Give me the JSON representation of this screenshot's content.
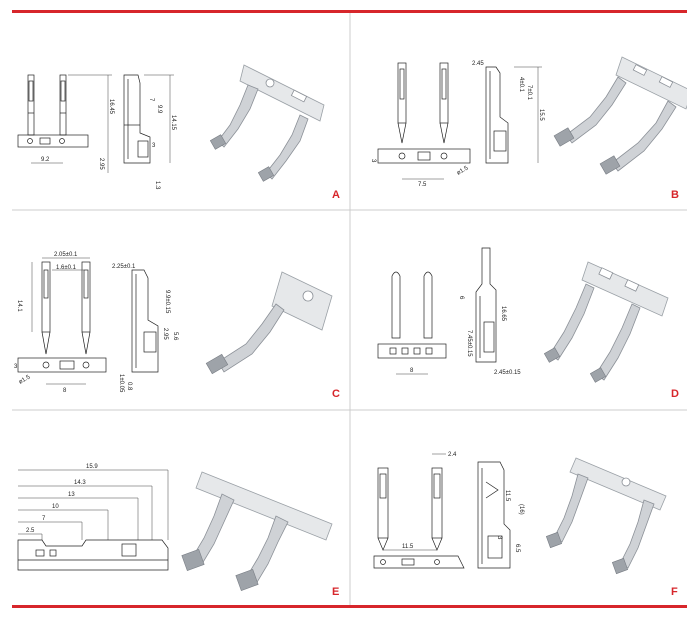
{
  "colors": {
    "accent": "#d7262b",
    "grid": "#cccccc",
    "line": "#222222"
  },
  "panels": {
    "A": {
      "label": "A",
      "dims": [
        "9.2",
        "2.95",
        "16.45",
        "14.15",
        "9.9",
        "7",
        "3",
        "1.3"
      ]
    },
    "B": {
      "label": "B",
      "dims": [
        "2.45",
        "7.5",
        "3",
        "ø1.5",
        "4±0.1",
        "7±0.1",
        "15.5"
      ]
    },
    "C": {
      "label": "C",
      "dims": [
        "2.05±0.1",
        "1.6±0.1",
        "2.25±0.1",
        "14.1",
        "9.9±0.15",
        "5.6",
        "2.95",
        "3",
        "ø1.5",
        "8",
        "1±0.05",
        "0.8"
      ]
    },
    "D": {
      "label": "D",
      "dims": [
        "6",
        "16.65",
        "7.45±0.15",
        "8",
        "2.45±0.15"
      ]
    },
    "E": {
      "label": "E",
      "dims": [
        "15.9",
        "14.3",
        "13",
        "10",
        "7",
        "2.5"
      ]
    },
    "F": {
      "label": "F",
      "dims": [
        "2.4",
        "11.5",
        "(16)",
        "3",
        "6.5",
        "11.5"
      ]
    }
  }
}
